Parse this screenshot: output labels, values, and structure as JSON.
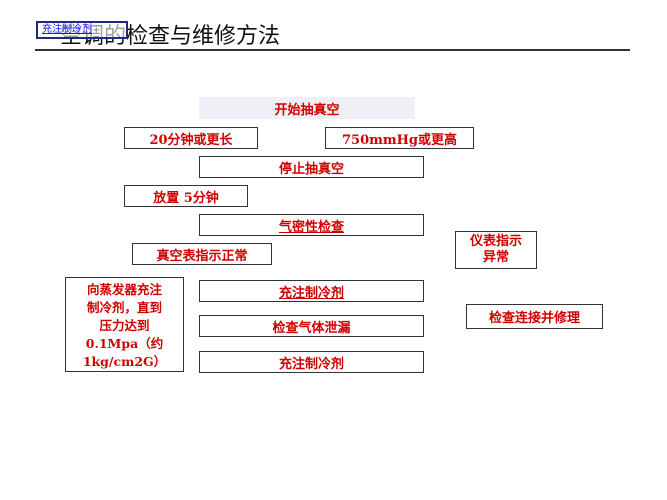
{
  "header": {
    "title": "空调的检查与维修方法",
    "nav_link": "充注制冷剂"
  },
  "flow": {
    "start_evacuation": "开始抽真空",
    "time_20min": "20分钟或更长",
    "pressure_750": "750mmHg或更高",
    "stop_evacuation": "停止抽真空",
    "hold_5min": "放置 5分钟",
    "airtight_check": "气密性检查",
    "gauge_normal": "真空表指示正常",
    "gauge_abnormal": [
      "仪表指示",
      "异常"
    ],
    "charge_evaporator": [
      "向蒸发器充注",
      "制冷剂，直到",
      "压力达到",
      "0.1Mpa（约",
      "1kg/cm2G）"
    ],
    "charge_refrigerant_1": "充注制冷剂",
    "check_gas_leak": "检查气体泄漏",
    "repair_connection": "检查连接并修理",
    "charge_refrigerant_2": "充注制冷剂"
  }
}
